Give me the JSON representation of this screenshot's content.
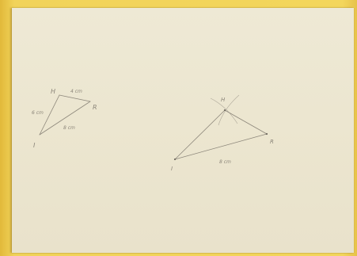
{
  "photo": {
    "background_color": "#f2d45b",
    "paper_color": "#ece6d0",
    "pencil_color": "#8d877b"
  },
  "sketch": {
    "vertex_h": "H",
    "vertex_r": "R",
    "vertex_i": "I",
    "side_hr": "4 cm",
    "side_hi": "6 cm",
    "side_ir": "8 cm"
  },
  "construction": {
    "vertex_h": "H",
    "vertex_r": "R",
    "vertex_i": "I",
    "side_ir": "8 cm"
  }
}
